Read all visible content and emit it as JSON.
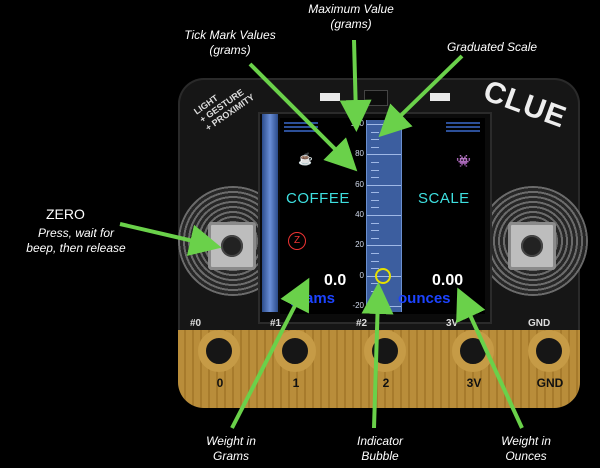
{
  "annotations": {
    "maximum_value": "Maximum Value\n(grams)",
    "tick_mark_values": "Tick Mark Values\n(grams)",
    "graduated_scale": "Graduated Scale",
    "zero_title": "ZERO",
    "zero_desc": "Press, wait for\nbeep, then release",
    "weight_grams": "Weight in\nGrams",
    "indicator_bubble": "Indicator\nBubble",
    "weight_ounces": "Weight in\nOunces"
  },
  "board": {
    "brand": "CLUE",
    "sensor_label": "LIGHT\n+ GESTURE\n+ PROXIMITY",
    "pads": [
      "0",
      "1",
      "2",
      "3V",
      "GND"
    ],
    "silk_labels": [
      "#0",
      "#1",
      "#2",
      "3V",
      "GND"
    ]
  },
  "display": {
    "title_left": "COFFEE",
    "title_right": "SCALE",
    "zero_icon": "Z",
    "grams_value": "0.0",
    "grams_unit": "grams",
    "ounces_value": "0.00",
    "ounces_unit": "ounces",
    "tick_labels": [
      "100",
      "80",
      "60",
      "40",
      "20",
      "0",
      "-20"
    ],
    "scale_max": 100,
    "scale_min": -20,
    "indicator_value": 0
  },
  "colors": {
    "arrow": "#6ad14a",
    "title": "#3ee0e0",
    "unit": "#1c43ff",
    "scale": "#3c5e9f",
    "bubble": "#e6e000"
  }
}
